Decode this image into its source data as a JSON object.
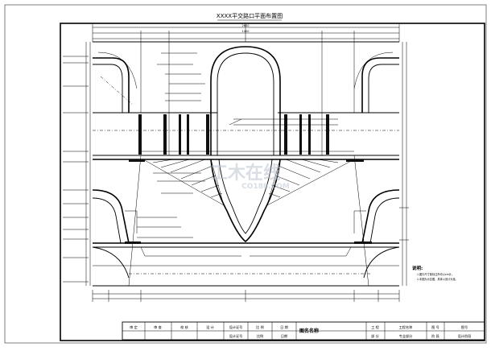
{
  "drawing": {
    "title": "XXXX平交路口平面布置图",
    "notes_heading": "说明:",
    "notes": [
      "1.图中尺寸除标注外均以cm计。",
      "2.本图为示意图，具体以设计为准。"
    ],
    "dimension_labels": [
      "2600",
      "1400"
    ]
  },
  "title_block": {
    "row1": [
      "审 定",
      "审 查",
      "校 核",
      "设 计",
      "设计证号",
      "比 例",
      "日 期"
    ],
    "row2": [
      "设计证号",
      "比例",
      "日期"
    ],
    "drawing_name": "图名名称",
    "project_label": "工 程",
    "project_value": "工程名称",
    "part_label": "部 分",
    "part_value": "专业部分",
    "drawing_no_label": "图 号",
    "drawing_no_value": "图号",
    "stage_label": "阶 段",
    "stage_value": "设计阶段"
  },
  "watermark": {
    "text": "工木在线",
    "subtext": "CO188.COM"
  }
}
